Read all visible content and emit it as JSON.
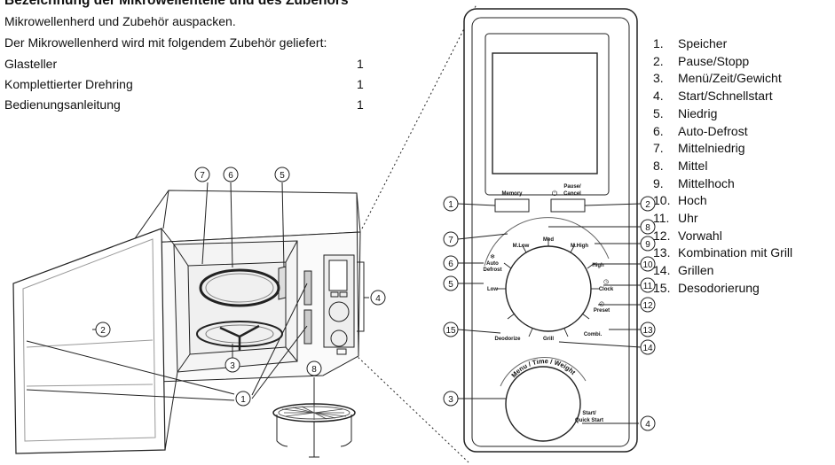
{
  "header": {
    "title": "Bezeichnung der Mikrowellenteile und des Zubehörs",
    "intro1": "Mikrowellenherd und Zubehör auspacken.",
    "intro2": "Der Mikrowellenherd wird mit folgendem Zubehör geliefert:"
  },
  "accessories": [
    {
      "name": "Glasteller",
      "qty": "1"
    },
    {
      "name": "Komplettierter Drehring",
      "qty": "1"
    },
    {
      "name": "Bedienungsanleitung",
      "qty": "1"
    }
  ],
  "legend": [
    {
      "num": "1.",
      "label": "Speicher"
    },
    {
      "num": "2.",
      "label": "Pause/Stopp"
    },
    {
      "num": "3.",
      "label": "Menü/Zeit/Gewicht"
    },
    {
      "num": "4.",
      "label": "Start/Schnellstart"
    },
    {
      "num": "5.",
      "label": "Niedrig"
    },
    {
      "num": "6.",
      "label": "Auto-Defrost"
    },
    {
      "num": "7.",
      "label": "Mittelniedrig"
    },
    {
      "num": "8.",
      "label": "Mittel"
    },
    {
      "num": "9.",
      "label": "Mittelhoch"
    },
    {
      "num": "10.",
      "label": "Hoch"
    },
    {
      "num": "11.",
      "label": "Uhr"
    },
    {
      "num": "12.",
      "label": "Vorwahl"
    },
    {
      "num": "13.",
      "label": "Kombination mit Grill"
    },
    {
      "num": "14.",
      "label": "Grillen"
    },
    {
      "num": "15.",
      "label": "Desodorierung"
    }
  ],
  "panel_labels": {
    "memory": "Memory",
    "pause1": "Pause/",
    "pause2": "Cancel",
    "med": "Med",
    "mlow": "M.Low",
    "mhigh": "M.High",
    "auto1": "Auto",
    "auto2": "Defrost",
    "high": "High",
    "low": "Low",
    "clock": "Clock",
    "preset": "Preset",
    "deodorize": "Deodorize",
    "grill": "Grill",
    "combi": "Combi.",
    "menu": "Menu / Time / Weight",
    "start1": "Start/",
    "start2": "Quick Start"
  },
  "callouts": {
    "c1": "1",
    "c2": "2",
    "c3": "3",
    "c4": "4",
    "c5": "5",
    "c6": "6",
    "c7": "7",
    "c8": "8",
    "c9": "9",
    "c10": "10",
    "c11": "11",
    "c12": "12",
    "c13": "13",
    "c14": "14",
    "c15": "15"
  }
}
